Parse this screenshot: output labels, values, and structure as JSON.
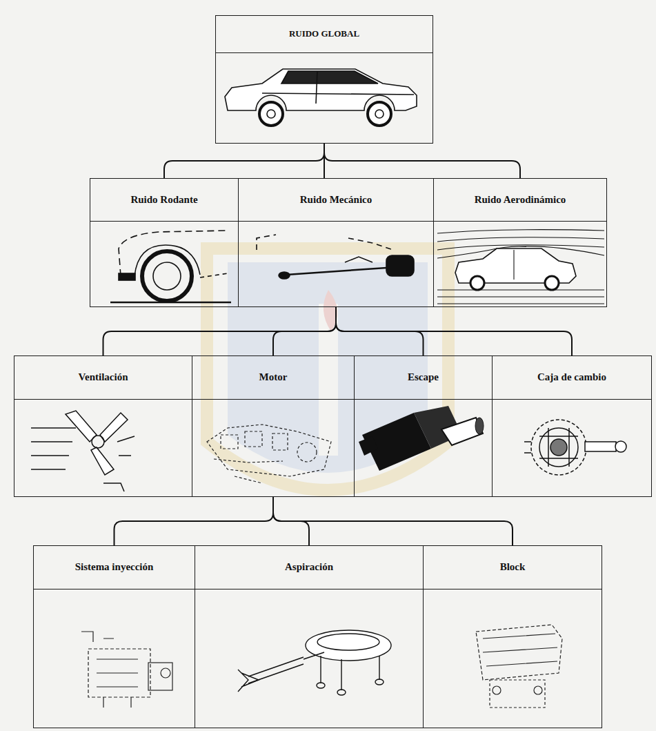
{
  "diagram": {
    "nodes": [
      {
        "text": [
          "RUIDO GLOBAL"
        ]
      },
      {
        "text": [
          "Ruido Rodante"
        ]
      },
      {
        "text": [
          "Ruido Mecánico"
        ]
      },
      {
        "text": [
          "Ruido Aerodinámico"
        ]
      },
      {
        "text": [
          "Ventilación"
        ]
      },
      {
        "text": [
          "Motor"
        ]
      },
      {
        "text": [
          "Escape"
        ]
      },
      {
        "text": [
          "Caja de cambio"
        ]
      },
      {
        "text": [
          "Sistema inyección"
        ]
      },
      {
        "text": [
          "Aspiración"
        ]
      },
      {
        "text": [
          "Block"
        ]
      }
    ],
    "edges": [
      {
        "from": 0,
        "to": 1,
        "arrow": "none"
      },
      {
        "from": 0,
        "to": 2,
        "arrow": "none"
      },
      {
        "from": 0,
        "to": 3,
        "arrow": "none"
      },
      {
        "from": 2,
        "to": 4,
        "arrow": "none"
      },
      {
        "from": 2,
        "to": 5,
        "arrow": "none"
      },
      {
        "from": 2,
        "to": 6,
        "arrow": "none"
      },
      {
        "from": 2,
        "to": 7,
        "arrow": "none"
      },
      {
        "from": 5,
        "to": 8,
        "arrow": "none"
      },
      {
        "from": 5,
        "to": 9,
        "arrow": "none"
      },
      {
        "from": 5,
        "to": 10,
        "arrow": "none"
      }
    ]
  }
}
